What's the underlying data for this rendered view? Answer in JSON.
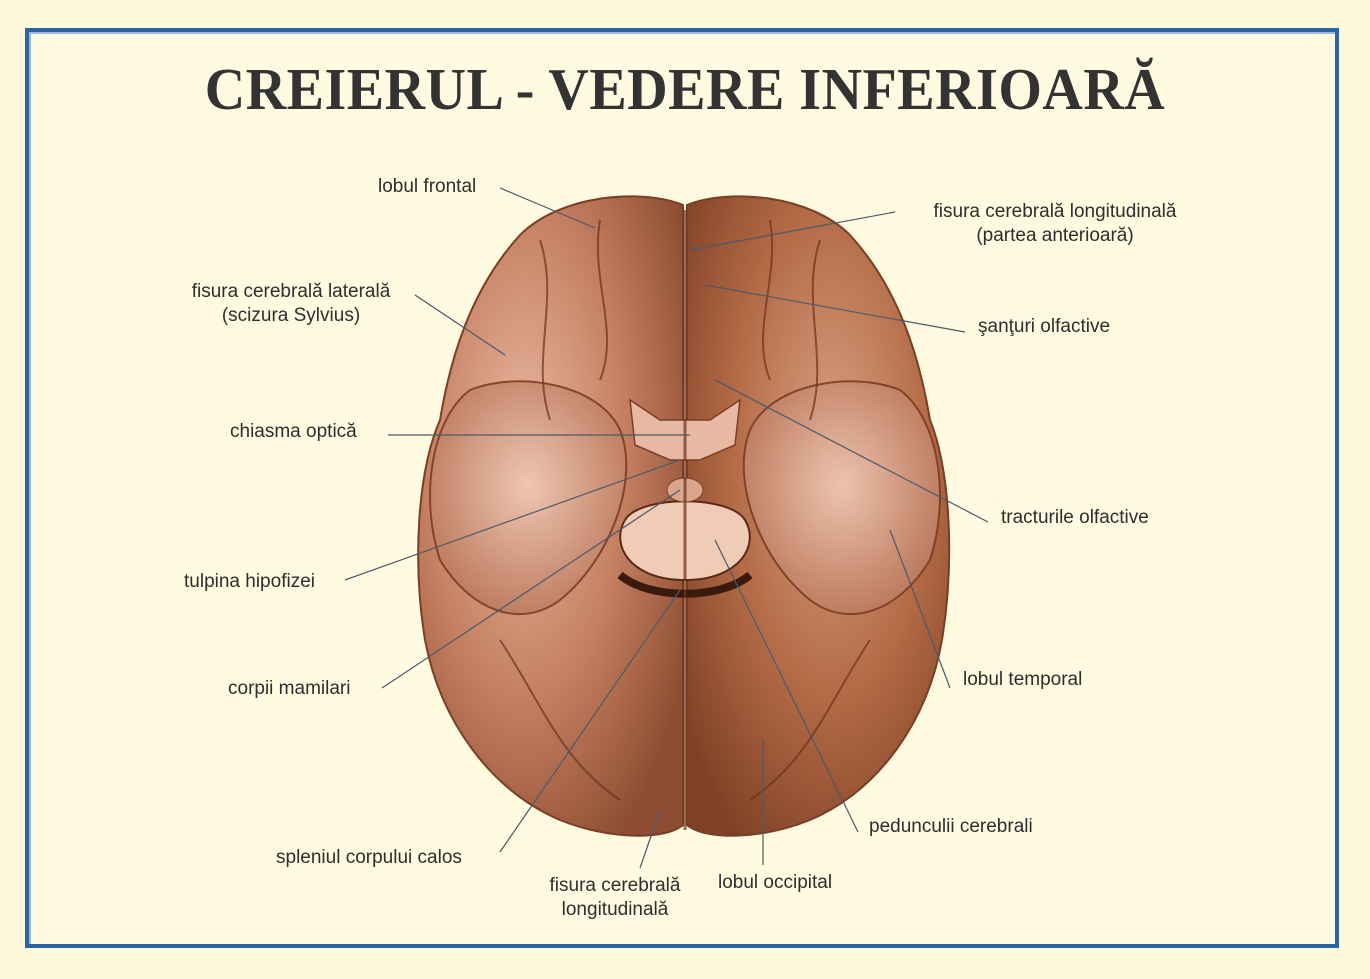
{
  "title": "CREIERUL - VEDERE INFERIOARĂ",
  "colors": {
    "background": "#fdf8da",
    "frame_border": "#2a63a8",
    "title": "#333333",
    "label_text": "#2e2e2e",
    "brain_base": "#b8704e",
    "leader_line": "#4a5a6a"
  },
  "labels": {
    "lobul_frontal": "lobul frontal",
    "fisura_laterala_1": "fisura cerebrală laterală",
    "fisura_laterala_2": "(scizura Sylvius)",
    "chiasma_optica": "chiasma optică",
    "tulpina_hipofizei": "tulpina hipofizei",
    "corpii_mamilari": "corpii mamilari",
    "spleniul": "spleniul corpului calos",
    "fisura_longitudinala_bottom_1": "fisura cerebrală",
    "fisura_longitudinala_bottom_2": "longitudinală",
    "lobul_occipital": "lobul occipital",
    "pedunculii": "pedunculii cerebrali",
    "lobul_temporal": "lobul temporal",
    "tracturile_olfactive": "tracturile olfactive",
    "santuri_olfactive": "şanţuri olfactive",
    "fisura_longitudinala_top_1": "fisura cerebrală longitudinală",
    "fisura_longitudinala_top_2": "(partea anterioară)"
  }
}
